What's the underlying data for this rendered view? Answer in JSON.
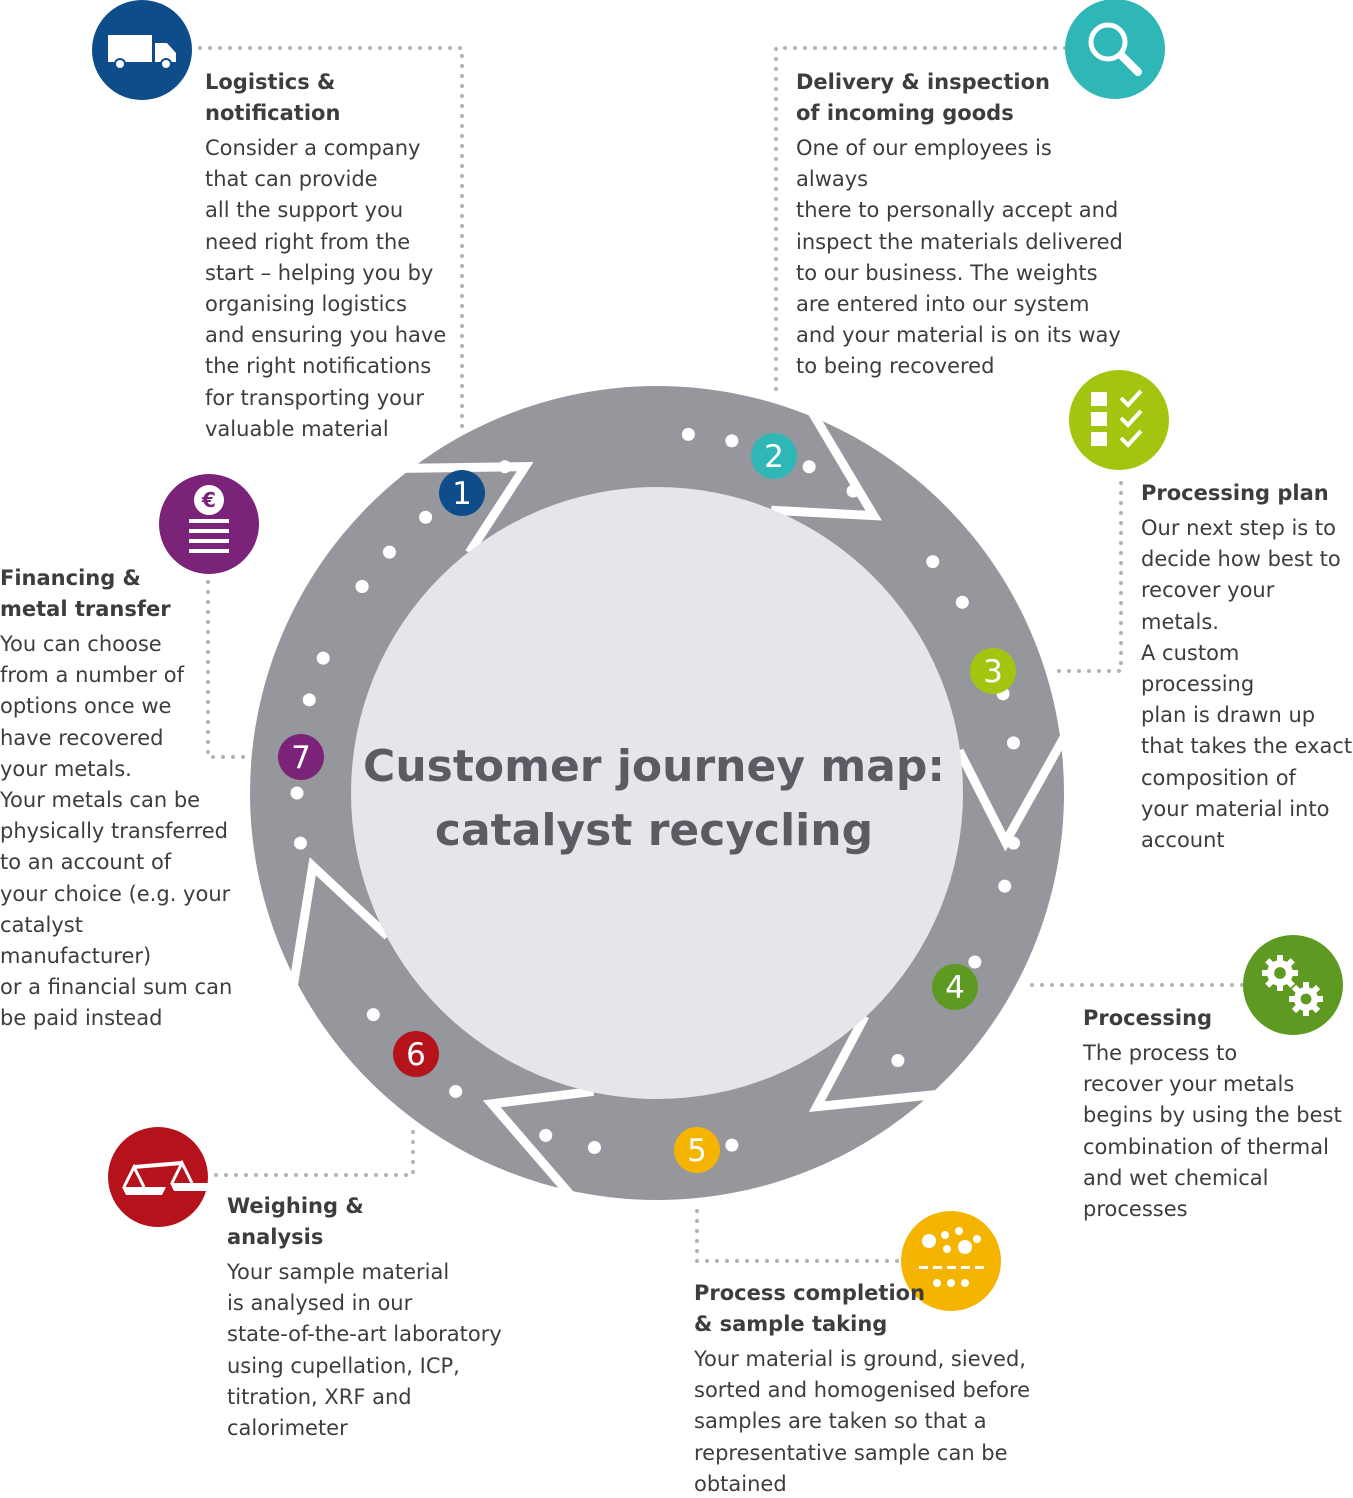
{
  "title": "Customer journey map:\ncatalyst recycling",
  "colors": {
    "ring": "#96979c",
    "ring_dark": "#86878c",
    "center": "#e6e6ea",
    "dots": "#ffffff",
    "text": "#3d3d3d",
    "title": "#5b5b63"
  },
  "steps": [
    {
      "number": "1",
      "heading": "Logistics &\nnotification",
      "text": "Consider a company\nthat can provide\nall the support you\nneed right from the\nstart – helping you by\norganising logistics\nand ensuring you have\nthe right notifications\nfor transporting your\nvaluable material",
      "color": "#0e4d8a",
      "icon": "truck-icon"
    },
    {
      "number": "2",
      "heading": "Delivery & inspection\nof incoming goods",
      "text": "One of our employees is always\nthere to personally accept and\ninspect the materials delivered\nto our business. The weights\nare entered into our system\nand your material is on its way\nto being recovered",
      "color": "#2fb7b8",
      "icon": "magnifier-icon"
    },
    {
      "number": "3",
      "heading": "Processing plan",
      "text": "Our next step is to\ndecide how best to\nrecover your metals.\nA custom processing\nplan is drawn up\nthat takes the exact\ncomposition of\nyour material into\naccount",
      "color": "#a2c60f",
      "icon": "checklist-icon"
    },
    {
      "number": "4",
      "heading": "Processing",
      "text": "The process to\nrecover your metals\nbegins by using the best\ncombination of thermal\nand wet chemical\nprocesses",
      "color": "#5e9a22",
      "icon": "gears-icon"
    },
    {
      "number": "5",
      "heading": "Process completion\n& sample taking",
      "text": "Your material is ground, sieved,\nsorted and homogenised before\nsamples are taken so that a\nrepresentative sample can be\nobtained",
      "color": "#f5b400",
      "icon": "particles-icon"
    },
    {
      "number": "6",
      "heading": "Weighing &\nanalysis",
      "text": "Your sample material\nis analysed in our\nstate-of-the-art laboratory\nusing cupellation, ICP,\ntitration, XRF and\ncalorimeter",
      "color": "#b5121b",
      "icon": "scale-icon"
    },
    {
      "number": "7",
      "heading": "Financing &\nmetal transfer",
      "text": "You can choose\nfrom a number of\noptions once we\nhave recovered\nyour metals.\nYour metals can be\nphysically transferred\nto an account of\nyour choice (e.g. your\ncatalyst manufacturer)\nor a financial sum can\nbe paid instead",
      "color": "#7b2378",
      "icon": "euro-document-icon"
    }
  ]
}
